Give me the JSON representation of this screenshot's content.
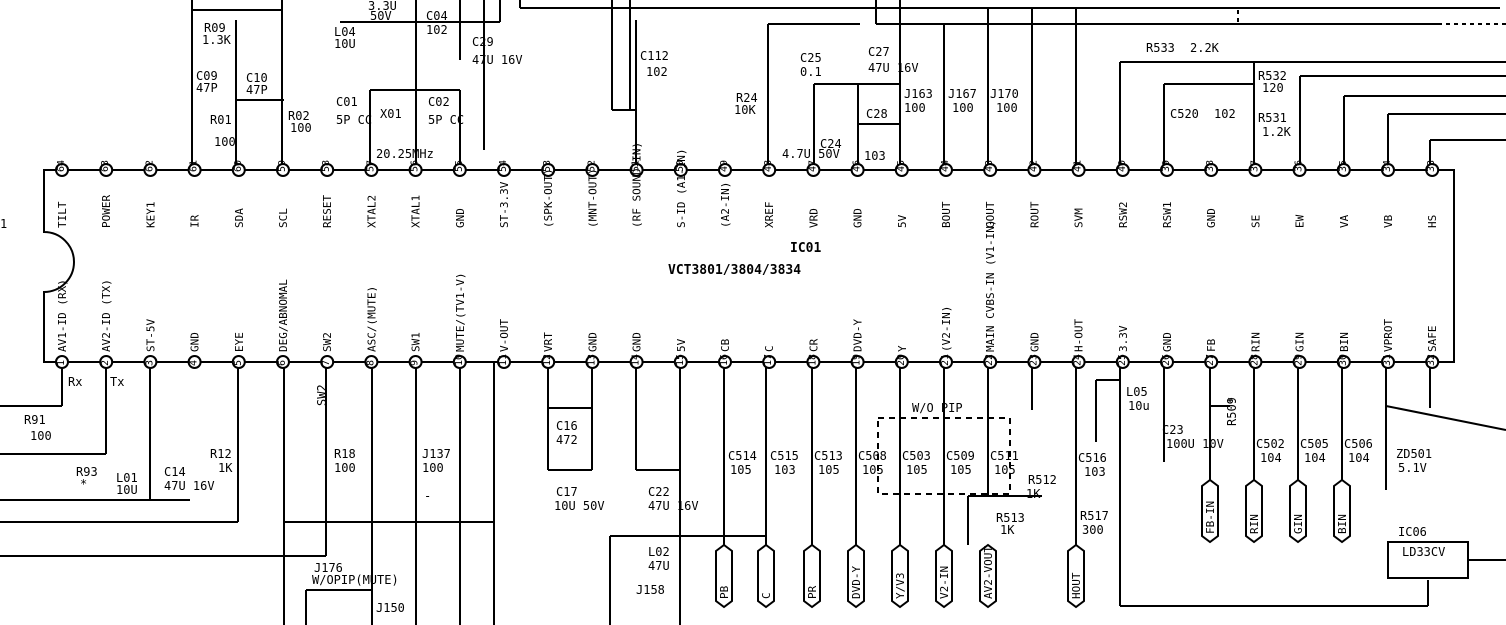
{
  "ic": {
    "ref": "IC01",
    "part": "VCT3801/3804/3834",
    "top_pins": [
      {
        "num": "64",
        "label": "TILT"
      },
      {
        "num": "63",
        "label": "POWER"
      },
      {
        "num": "62",
        "label": "KEY1"
      },
      {
        "num": "61",
        "label": "IR"
      },
      {
        "num": "60",
        "label": "SDA"
      },
      {
        "num": "59",
        "label": "SCL"
      },
      {
        "num": "58",
        "label": "RESET"
      },
      {
        "num": "57",
        "label": "XTAL2"
      },
      {
        "num": "56",
        "label": "XTAL1"
      },
      {
        "num": "55",
        "label": "GND"
      },
      {
        "num": "54",
        "label": "ST-3.3V"
      },
      {
        "num": "53",
        "label": "(SPK-OUT)"
      },
      {
        "num": "52",
        "label": "(MNT-OUT)"
      },
      {
        "num": "51",
        "label": "(RF SOUND-IN)"
      },
      {
        "num": "50",
        "label": "S-ID (A1-IN)"
      },
      {
        "num": "49",
        "label": "(A2-IN)"
      },
      {
        "num": "48",
        "label": "XREF"
      },
      {
        "num": "47",
        "label": "VRD"
      },
      {
        "num": "46",
        "label": "GND"
      },
      {
        "num": "45",
        "label": "5V"
      },
      {
        "num": "44",
        "label": "BOUT"
      },
      {
        "num": "43",
        "label": "GOUT"
      },
      {
        "num": "42",
        "label": "ROUT"
      },
      {
        "num": "41",
        "label": "SVM"
      },
      {
        "num": "40",
        "label": "RSW2"
      },
      {
        "num": "39",
        "label": "RSW1"
      },
      {
        "num": "38",
        "label": "GND"
      },
      {
        "num": "37",
        "label": "SE"
      },
      {
        "num": "36",
        "label": "EW"
      },
      {
        "num": "35",
        "label": "VA"
      },
      {
        "num": "34",
        "label": "VB"
      },
      {
        "num": "33",
        "label": "HS"
      }
    ],
    "bottom_pins": [
      {
        "num": "1",
        "label": "AV1-ID (RX)"
      },
      {
        "num": "2",
        "label": "AV2-ID (TX)"
      },
      {
        "num": "3",
        "label": "ST-5V"
      },
      {
        "num": "4",
        "label": "GND"
      },
      {
        "num": "5",
        "label": "EYE"
      },
      {
        "num": "6",
        "label": "DEG/ABNOMAL"
      },
      {
        "num": "7",
        "label": "SW2"
      },
      {
        "num": "8",
        "label": "ASC/(MUTE)"
      },
      {
        "num": "9",
        "label": "SW1"
      },
      {
        "num": "10",
        "label": "MUTE/(TV1-V)"
      },
      {
        "num": "11",
        "label": "V-OUT"
      },
      {
        "num": "12",
        "label": "VRT"
      },
      {
        "num": "13",
        "label": "GND"
      },
      {
        "num": "14",
        "label": "GND"
      },
      {
        "num": "15",
        "label": "5V"
      },
      {
        "num": "16",
        "label": "CB"
      },
      {
        "num": "17",
        "label": "C"
      },
      {
        "num": "18",
        "label": "CR"
      },
      {
        "num": "19",
        "label": "DVD-Y"
      },
      {
        "num": "20",
        "label": "Y"
      },
      {
        "num": "21",
        "label": "(V2-IN)"
      },
      {
        "num": "22",
        "label": "MAIN CVBS-IN (V1-IN)"
      },
      {
        "num": "23",
        "label": "GND"
      },
      {
        "num": "24",
        "label": "H-OUT"
      },
      {
        "num": "25",
        "label": "3.3V"
      },
      {
        "num": "26",
        "label": "GND"
      },
      {
        "num": "27",
        "label": "FB"
      },
      {
        "num": "28",
        "label": "RIN"
      },
      {
        "num": "29",
        "label": "GIN"
      },
      {
        "num": "30",
        "label": "BIN"
      },
      {
        "num": "31",
        "label": "VPROT"
      },
      {
        "num": "32",
        "label": "SAFE"
      }
    ]
  },
  "components_top": [
    {
      "ref": "R09",
      "value": "1.3K"
    },
    {
      "ref": "C09",
      "value": "47P"
    },
    {
      "ref": "C10",
      "value": "47P"
    },
    {
      "ref": "R01",
      "value": "100"
    },
    {
      "ref": "R02",
      "value": "100"
    },
    {
      "ref": "L04",
      "value": "10U"
    },
    {
      "ref": "C04",
      "value": "102"
    },
    {
      "ref": "C29",
      "value": "47U 16V"
    },
    {
      "ref": "C01",
      "value": "5P CC"
    },
    {
      "ref": "X01",
      "value": "20.25MHz"
    },
    {
      "ref": "C02",
      "value": "5P CC"
    },
    {
      "ref": "C112",
      "value": "102"
    },
    {
      "ref": "R24",
      "value": "10K"
    },
    {
      "ref": "C25",
      "value": "0.1"
    },
    {
      "ref": "C27",
      "value": "47U 16V"
    },
    {
      "ref": "C24",
      "value": "4.7U 50V"
    },
    {
      "ref": "C28",
      "value": "103"
    },
    {
      "ref": "J163",
      "value": "100"
    },
    {
      "ref": "J167",
      "value": "100"
    },
    {
      "ref": "J170",
      "value": "100"
    },
    {
      "ref": "R533",
      "value": "2.2K"
    },
    {
      "ref": "R532",
      "value": "120"
    },
    {
      "ref": "C520",
      "value": "102"
    },
    {
      "ref": "R531",
      "value": "1.2K"
    }
  ],
  "components_bottom": [
    {
      "ref": "R91",
      "value": "100"
    },
    {
      "ref": "R93",
      "value": "*"
    },
    {
      "ref": "L01",
      "value": "10U"
    },
    {
      "ref": "C14",
      "value": "47U 16V"
    },
    {
      "ref": "R12",
      "value": "1K"
    },
    {
      "ref": "R18",
      "value": "100"
    },
    {
      "ref": "J137",
      "value": "100"
    },
    {
      "ref": "C16",
      "value": "472"
    },
    {
      "ref": "C17",
      "value": "10U 50V"
    },
    {
      "ref": "C22",
      "value": "47U 16V"
    },
    {
      "ref": "L02",
      "value": "47U"
    },
    {
      "ref": "C514",
      "value": "105"
    },
    {
      "ref": "C515",
      "value": "103"
    },
    {
      "ref": "C513",
      "value": "105"
    },
    {
      "ref": "C508",
      "value": "105"
    },
    {
      "ref": "C503",
      "value": "105"
    },
    {
      "ref": "C509",
      "value": "105"
    },
    {
      "ref": "C511",
      "value": "105"
    },
    {
      "ref": "R512",
      "value": "1K"
    },
    {
      "ref": "R513",
      "value": "1K"
    },
    {
      "ref": "R517",
      "value": "300"
    },
    {
      "ref": "C516",
      "value": "103"
    },
    {
      "ref": "L05",
      "value": "10u"
    },
    {
      "ref": "C23",
      "value": "100U 10V"
    },
    {
      "ref": "R509",
      "value": "*"
    },
    {
      "ref": "C502",
      "value": "104"
    },
    {
      "ref": "C505",
      "value": "104"
    },
    {
      "ref": "C506",
      "value": "104"
    },
    {
      "ref": "ZD501",
      "value": "5.1V"
    },
    {
      "ref": "IC06",
      "value": "LD33CV"
    }
  ],
  "labels": {
    "rx": "Rx",
    "tx": "Tx",
    "sw2": "SW2",
    "wo_pip": "W/O PIP",
    "j176": "J176",
    "j176_sub": "W/OPIP(MUTE)",
    "j150": "J150",
    "j158": "J158",
    "top_val_33": "3.3U",
    "top_val_50": "50V",
    "left_edge_num": "1",
    "dash": "-"
  },
  "connectors": [
    "PB",
    "C",
    "PR",
    "DVD-Y",
    "Y/V3",
    "V2-IN",
    "AV2-VOUT",
    "HOUT",
    "FB-IN",
    "RIN",
    "GIN",
    "BIN"
  ]
}
